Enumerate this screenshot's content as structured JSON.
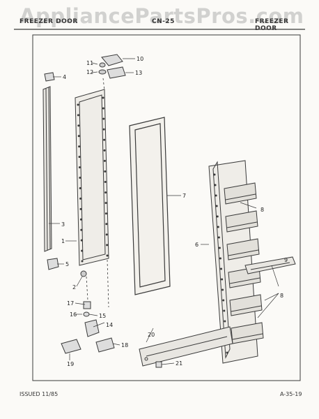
{
  "watermark": "AppliancePartsPros.com",
  "header": {
    "left": "FREEZER DOOR",
    "mid": "CN-25",
    "right": "FREEZER DOOR"
  },
  "footer": {
    "issued": "ISSUED 11/85",
    "code": "A-35-19"
  },
  "callouts": [
    "1",
    "2",
    "3",
    "4",
    "5",
    "6",
    "7",
    "8",
    "8",
    "9",
    "10",
    "11",
    "12",
    "13",
    "14",
    "15",
    "16",
    "17",
    "18",
    "19",
    "20",
    "21"
  ],
  "colors": {
    "stroke": "#3a3a3a",
    "paper": "#fbfaf7",
    "watermark": "#b0b0b0"
  }
}
